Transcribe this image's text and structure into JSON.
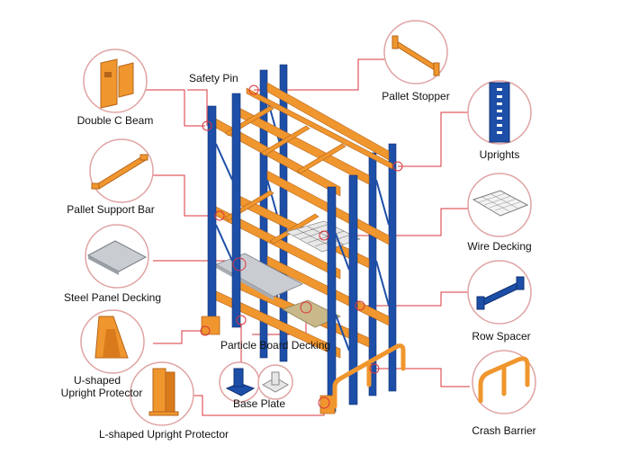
{
  "diagram": {
    "parts": [
      {
        "id": "safety_pin",
        "label": "Safety Pin",
        "icon": "safety-pin-icon"
      },
      {
        "id": "double_c_beam",
        "label": "Double C Beam",
        "icon": "double-c-beam-icon"
      },
      {
        "id": "pallet_stopper",
        "label": "Pallet Stopper",
        "icon": "pallet-stopper-icon"
      },
      {
        "id": "uprights",
        "label": "Uprights",
        "icon": "upright-icon"
      },
      {
        "id": "pallet_support_bar",
        "label": "Pallet Support Bar",
        "icon": "pallet-support-bar-icon"
      },
      {
        "id": "wire_decking",
        "label": "Wire Decking",
        "icon": "wire-decking-icon"
      },
      {
        "id": "steel_panel_decking",
        "label": "Steel Panel Decking",
        "icon": "steel-panel-icon"
      },
      {
        "id": "row_spacer",
        "label": "Row Spacer",
        "icon": "row-spacer-icon"
      },
      {
        "id": "particle_board_decking",
        "label": "Particle Board Decking",
        "icon": "particle-board-icon"
      },
      {
        "id": "u_protector",
        "label_line1": "U-shaped",
        "label_line2": "Upright Protector",
        "icon": "u-protector-icon"
      },
      {
        "id": "base_plate",
        "label": "Base Plate",
        "icon": "base-plate-icon"
      },
      {
        "id": "l_protector",
        "label": "L-shaped Upright Protector",
        "icon": "l-protector-icon"
      },
      {
        "id": "crash_barrier",
        "label": "Crash Barrier",
        "icon": "crash-barrier-icon"
      }
    ],
    "colors": {
      "upright_blue": "#1d4fa8",
      "beam_orange": "#f0962e",
      "callout_red": "#d9363e",
      "circle_border": "#e0a3a3",
      "steel_gray": "#c9cdd2",
      "board_tan": "#c9b98a"
    }
  }
}
